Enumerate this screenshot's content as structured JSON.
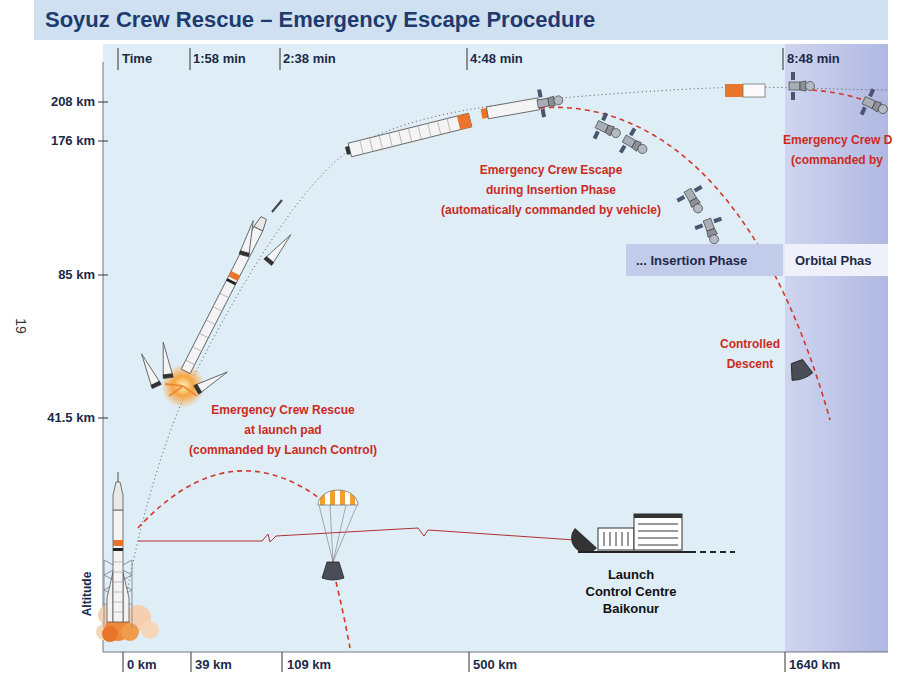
{
  "diagram": {
    "title": "Soyuz Crew Rescue – Emergency Escape Procedure",
    "nodes": [
      {
        "text": [
          "... Insertion Phase"
        ]
      },
      {
        "text": [
          "Orbital Phas"
        ]
      }
    ],
    "labels": [
      "Time",
      "1:58 min",
      "2:38 min",
      "4:48 min",
      "8:48 min",
      "208 km",
      "176 km",
      "85 km",
      "41.5 km",
      "Altitude",
      "19",
      "Emergency Crew Escape during Insertion Phase",
      "(automatically commanded by vehicle)",
      "Emergency Crew D",
      "(commanded by",
      "Emergency Crew Rescue at launch pad",
      "(commanded by Launch Control)",
      "Controlled Descent",
      "Launch Control Centre Baikonur",
      "0 km",
      "39 km",
      "109 km",
      "500 km",
      "1640 km"
    ]
  }
}
